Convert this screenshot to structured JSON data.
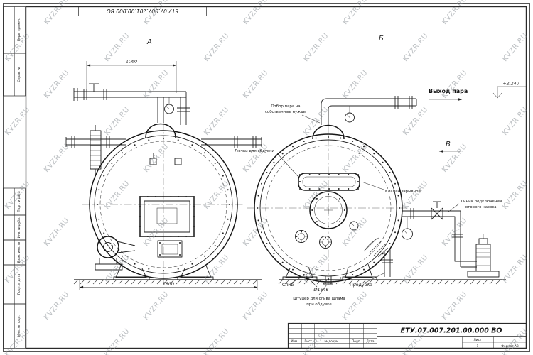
{
  "watermark": {
    "text": "KVZR.RU"
  },
  "frame": {
    "doc_number_top": "ЕТУ.07.007.201.00.000  ВО",
    "stamps": [
      "Перв. примен.",
      "Справ. №",
      "Подп. и дата",
      "Инв. № дубл.",
      "Взам. инв. №",
      "Подп. и дата",
      "Инв. № подл."
    ]
  },
  "views": {
    "a": "А",
    "b": "Б",
    "v": "В"
  },
  "dims": {
    "top_width": "1060",
    "base_width": "1800",
    "inner_diameter": "Ø1646",
    "elevation": "+2,240"
  },
  "labels": {
    "steam_outlet": "Выход пара",
    "own_needs": [
      "Отбор пара на",
      "собственные нужды"
    ],
    "blow_hatches": "Лючки для обдувки",
    "explosion_valve": "Клапан взрывной",
    "second_pump": [
      "Линия подключения",
      "второго насоса"
    ],
    "drain": "Слив",
    "blowdown": "Продувка",
    "sludge": [
      "Штуцер для слива шлама",
      "при обдувке"
    ]
  },
  "title_block": {
    "doc_number": "ЕТУ.07.007.201.00.000  ВО",
    "format": "Формат А3",
    "sheet_label": "Лист",
    "sheet_number": "1",
    "columns": [
      "Изм.",
      "Лист",
      "№ докум.",
      "Подп.",
      "Дата"
    ]
  }
}
